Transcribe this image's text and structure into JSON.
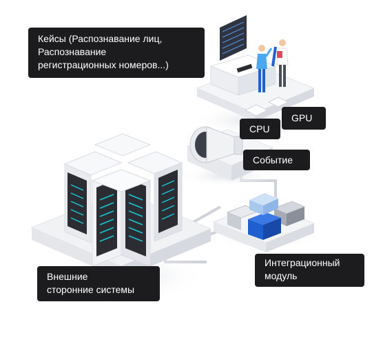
{
  "labels": {
    "cases": {
      "line1": "Кейсы (Распознавание лиц,",
      "line2": "Распознавание",
      "line3": "регистрационных номеров...)"
    },
    "gpu": "GPU",
    "cpu": "CPU",
    "event": "Событие",
    "integration": {
      "line1": "Интеграционный",
      "line2": "модуль"
    },
    "external": {
      "line1": "Внешние",
      "line2": "сторонние системы"
    }
  },
  "colors": {
    "label_bg": "#1c1c1e",
    "label_text": "#ffffff",
    "platform": "#f1f2f4",
    "accent_blue": "#1f5fd0",
    "light_blue": "#a8c8ee",
    "server_dark": "#2b2d33",
    "server_light": "#17c8d8"
  }
}
